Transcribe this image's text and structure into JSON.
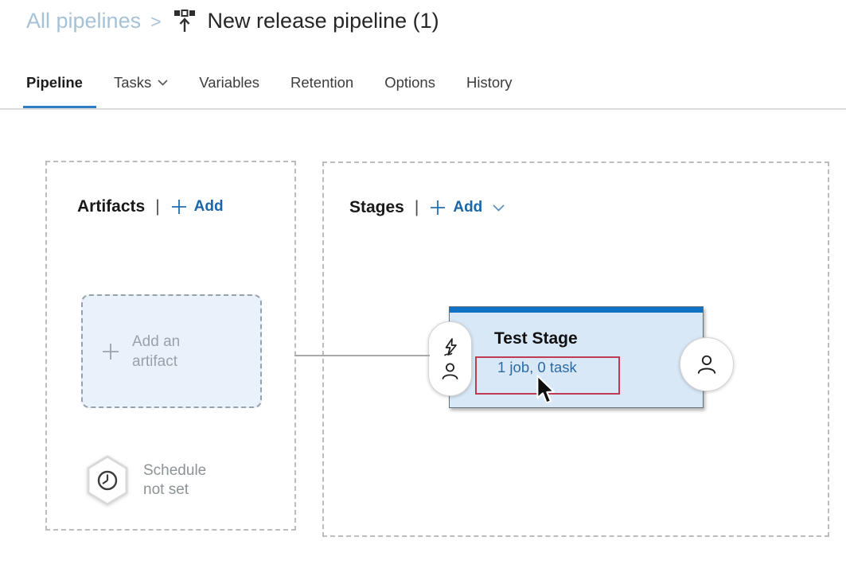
{
  "breadcrumb": {
    "parent": "All pipelines",
    "separator": ">",
    "current": "New release pipeline (1)"
  },
  "tabs": [
    {
      "label": "Pipeline",
      "active": true
    },
    {
      "label": "Tasks",
      "has_dropdown": true
    },
    {
      "label": "Variables"
    },
    {
      "label": "Retention"
    },
    {
      "label": "Options"
    },
    {
      "label": "History"
    }
  ],
  "artifacts": {
    "title": "Artifacts",
    "separator": "|",
    "add_label": "Add",
    "placeholder_label": "Add an artifact",
    "schedule_label": "Schedule not set"
  },
  "stages": {
    "title": "Stages",
    "separator": "|",
    "add_label": "Add",
    "stage": {
      "name": "Test Stage",
      "summary_link": "1 job, 0 task"
    }
  },
  "icons": {
    "breadcrumb_icon": "release-pipeline-icon",
    "tasks_caret": "chevron-down-icon",
    "add_caret": "chevron-down-icon",
    "plus": "plus-icon",
    "schedule": "clock-in-hexagon-icon",
    "pre_deploy": "lightning-trigger-icon",
    "approver": "person-icon",
    "pointer": "mouse-cursor-icon"
  },
  "colors": {
    "accent_blue": "#0e72c5",
    "tab_underline_blue": "#2d7ec2",
    "link_blue": "#1b66a8",
    "summary_link_blue": "#2d6ba4",
    "breadcrumb_blue": "#a5c2d8",
    "stage_fill": "#d9e8f7",
    "stage_border": "#64727e",
    "annotation_red": "#c23b54",
    "placeholder_fill": "#e9f1fa"
  }
}
